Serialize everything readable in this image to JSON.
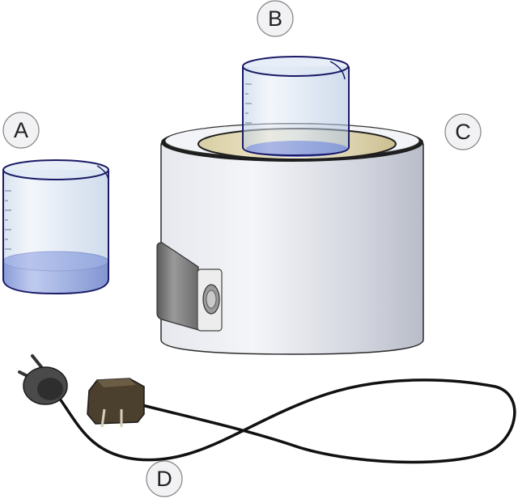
{
  "labels": {
    "a": "A",
    "b": "B",
    "c": "C",
    "d": "D"
  },
  "colors": {
    "outline": "#1a1a66",
    "glass": "#c8d8ec",
    "liquid": "#6a7fd6",
    "heater_body": "#dfe2ea",
    "heater_rim": "#1e1e1e",
    "well_ring": "#e7dfc0",
    "cord": "#111111",
    "plug": "#4a4a4a",
    "adapter": "#4b3f2e"
  },
  "icons": {
    "beaker_small": "beaker-a-icon",
    "beaker_tall": "beaker-b-icon",
    "heater": "heating-mantle-icon",
    "power_cord": "power-cord-icon"
  }
}
